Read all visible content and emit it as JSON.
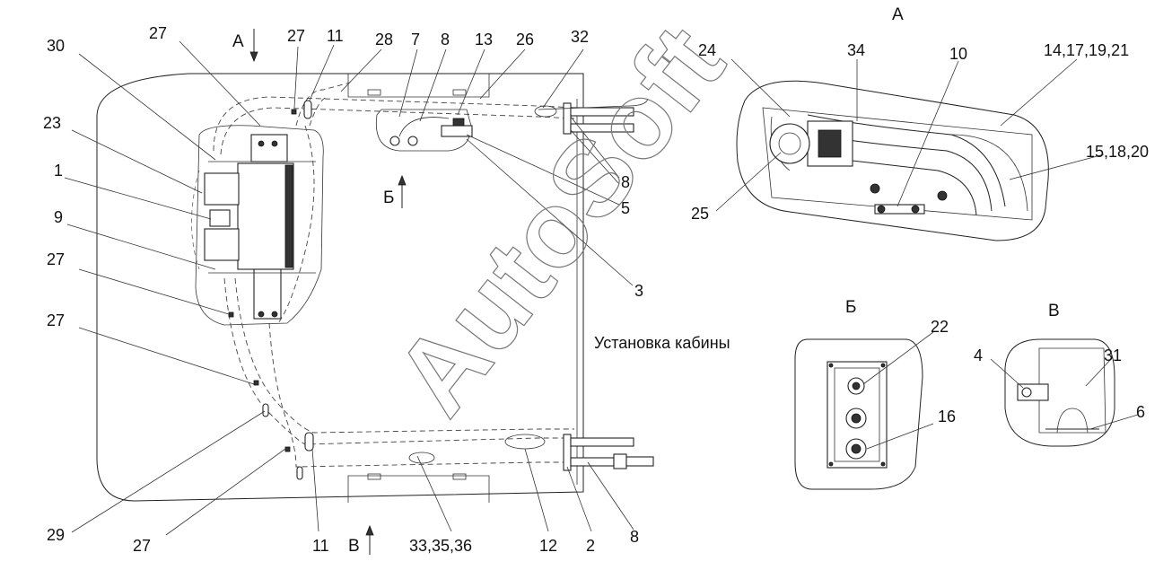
{
  "caption": "Установка кабины",
  "watermark": "AutoSoft",
  "views": {
    "a_top": "А",
    "a_arrow": "А",
    "b_arrow": "Б",
    "v_arrow": "В",
    "b_view": "Б",
    "v_view": "В"
  },
  "callouts": {
    "c30": "30",
    "c27a": "27",
    "c27b": "27",
    "c11a": "11",
    "c28": "28",
    "c7": "7",
    "c8a": "8",
    "c13": "13",
    "c26": "26",
    "c32": "32",
    "c23": "23",
    "c1": "1",
    "c9": "9",
    "c27c": "27",
    "c27d": "27",
    "c29": "29",
    "c27e": "27",
    "c11b": "11",
    "c33": "33,35,36",
    "c12": "12",
    "c2": "2",
    "c8b": "8",
    "c8c": "8",
    "c5": "5",
    "c3": "3",
    "c24": "24",
    "c34": "34",
    "c10": "10",
    "c14": "14,17,19,21",
    "c15": "15,18,20",
    "c25": "25",
    "c22": "22",
    "c16": "16",
    "c4": "4",
    "c31": "31",
    "c6": "6"
  }
}
